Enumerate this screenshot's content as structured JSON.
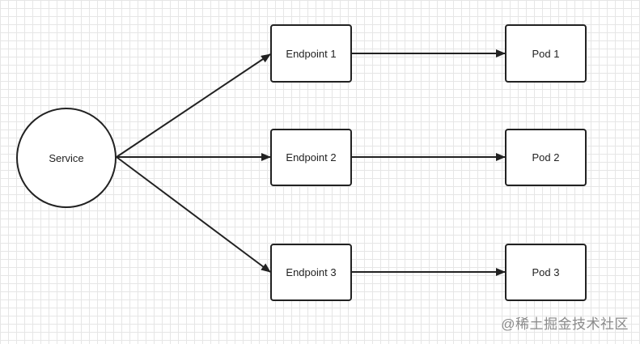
{
  "diagram": {
    "nodes": {
      "service": "Service",
      "endpoint_1": "Endpoint 1",
      "endpoint_2": "Endpoint 2",
      "endpoint_3": "Endpoint 3",
      "pod_1": "Pod 1",
      "pod_2": "Pod 2",
      "pod_3": "Pod 3"
    },
    "edges": [
      {
        "from": "service",
        "to": "endpoint_1"
      },
      {
        "from": "service",
        "to": "endpoint_2"
      },
      {
        "from": "service",
        "to": "endpoint_3"
      },
      {
        "from": "endpoint_1",
        "to": "pod_1"
      },
      {
        "from": "endpoint_2",
        "to": "pod_2"
      },
      {
        "from": "endpoint_3",
        "to": "pod_3"
      }
    ]
  },
  "watermark": "@稀土掘金技术社区"
}
